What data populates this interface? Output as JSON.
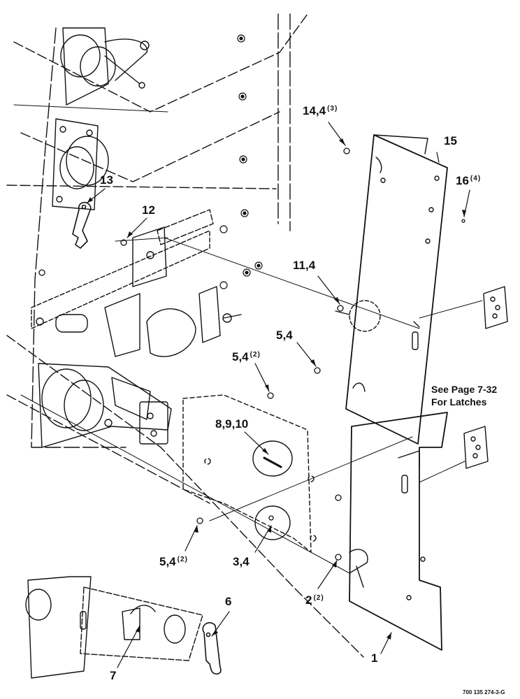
{
  "callouts": [
    {
      "id": "c-14-4",
      "text": "14,4",
      "sup": "(3)"
    },
    {
      "id": "c-15",
      "text": "15",
      "sup": ""
    },
    {
      "id": "c-16",
      "text": "16",
      "sup": "(4)"
    },
    {
      "id": "c-13",
      "text": "13",
      "sup": ""
    },
    {
      "id": "c-12",
      "text": "12",
      "sup": ""
    },
    {
      "id": "c-11-4",
      "text": "11,4",
      "sup": ""
    },
    {
      "id": "c-5-4-a",
      "text": "5,4",
      "sup": ""
    },
    {
      "id": "c-5-4-b",
      "text": "5,4",
      "sup": "(2)"
    },
    {
      "id": "c-8-9-10",
      "text": "8,9,10",
      "sup": ""
    },
    {
      "id": "c-5-4-c",
      "text": "5,4",
      "sup": "(2)"
    },
    {
      "id": "c-3-4",
      "text": "3,4",
      "sup": ""
    },
    {
      "id": "c-2",
      "text": "2",
      "sup": "(2)"
    },
    {
      "id": "c-6",
      "text": "6",
      "sup": ""
    },
    {
      "id": "c-7",
      "text": "7",
      "sup": ""
    },
    {
      "id": "c-1",
      "text": "1",
      "sup": ""
    }
  ],
  "note": {
    "line1": "See Page 7-32",
    "line2": "For Latches"
  },
  "drawing_code": "700 135 274-3-G",
  "colors": {
    "ink": "#111111",
    "paper": "#ffffff"
  }
}
